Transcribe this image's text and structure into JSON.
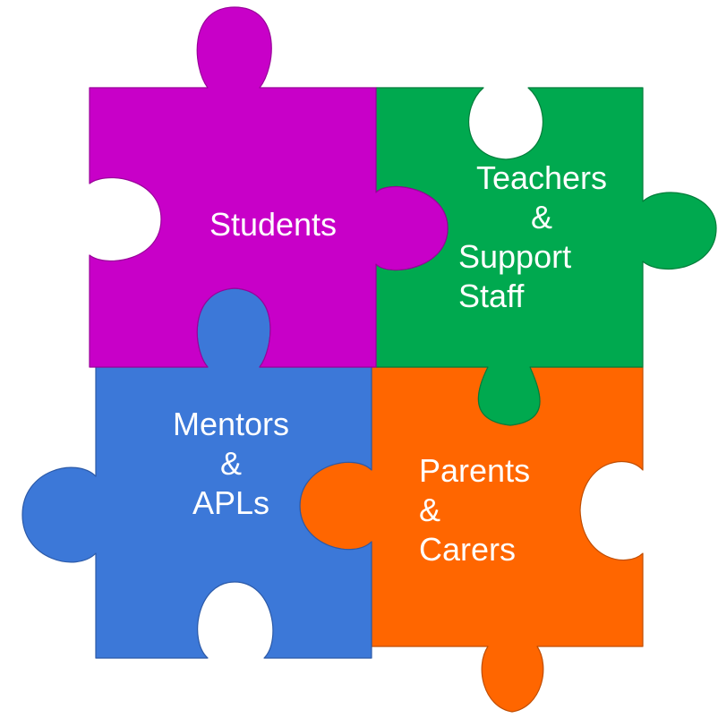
{
  "pieces": [
    {
      "id": "students",
      "color": "#c800c8",
      "stroke": "#9a009a",
      "lines": [
        "Students"
      ]
    },
    {
      "id": "teachers",
      "color": "#00a94f",
      "stroke": "#007d3a",
      "lines": [
        "Teachers",
        "&",
        "Support",
        "Staff"
      ]
    },
    {
      "id": "mentors",
      "color": "#3c78d8",
      "stroke": "#2c5aa8",
      "lines": [
        "Mentors",
        "&",
        "APLs"
      ]
    },
    {
      "id": "parents",
      "color": "#ff6600",
      "stroke": "#c04d00",
      "lines": [
        "Parents",
        "&",
        "Carers"
      ]
    }
  ]
}
